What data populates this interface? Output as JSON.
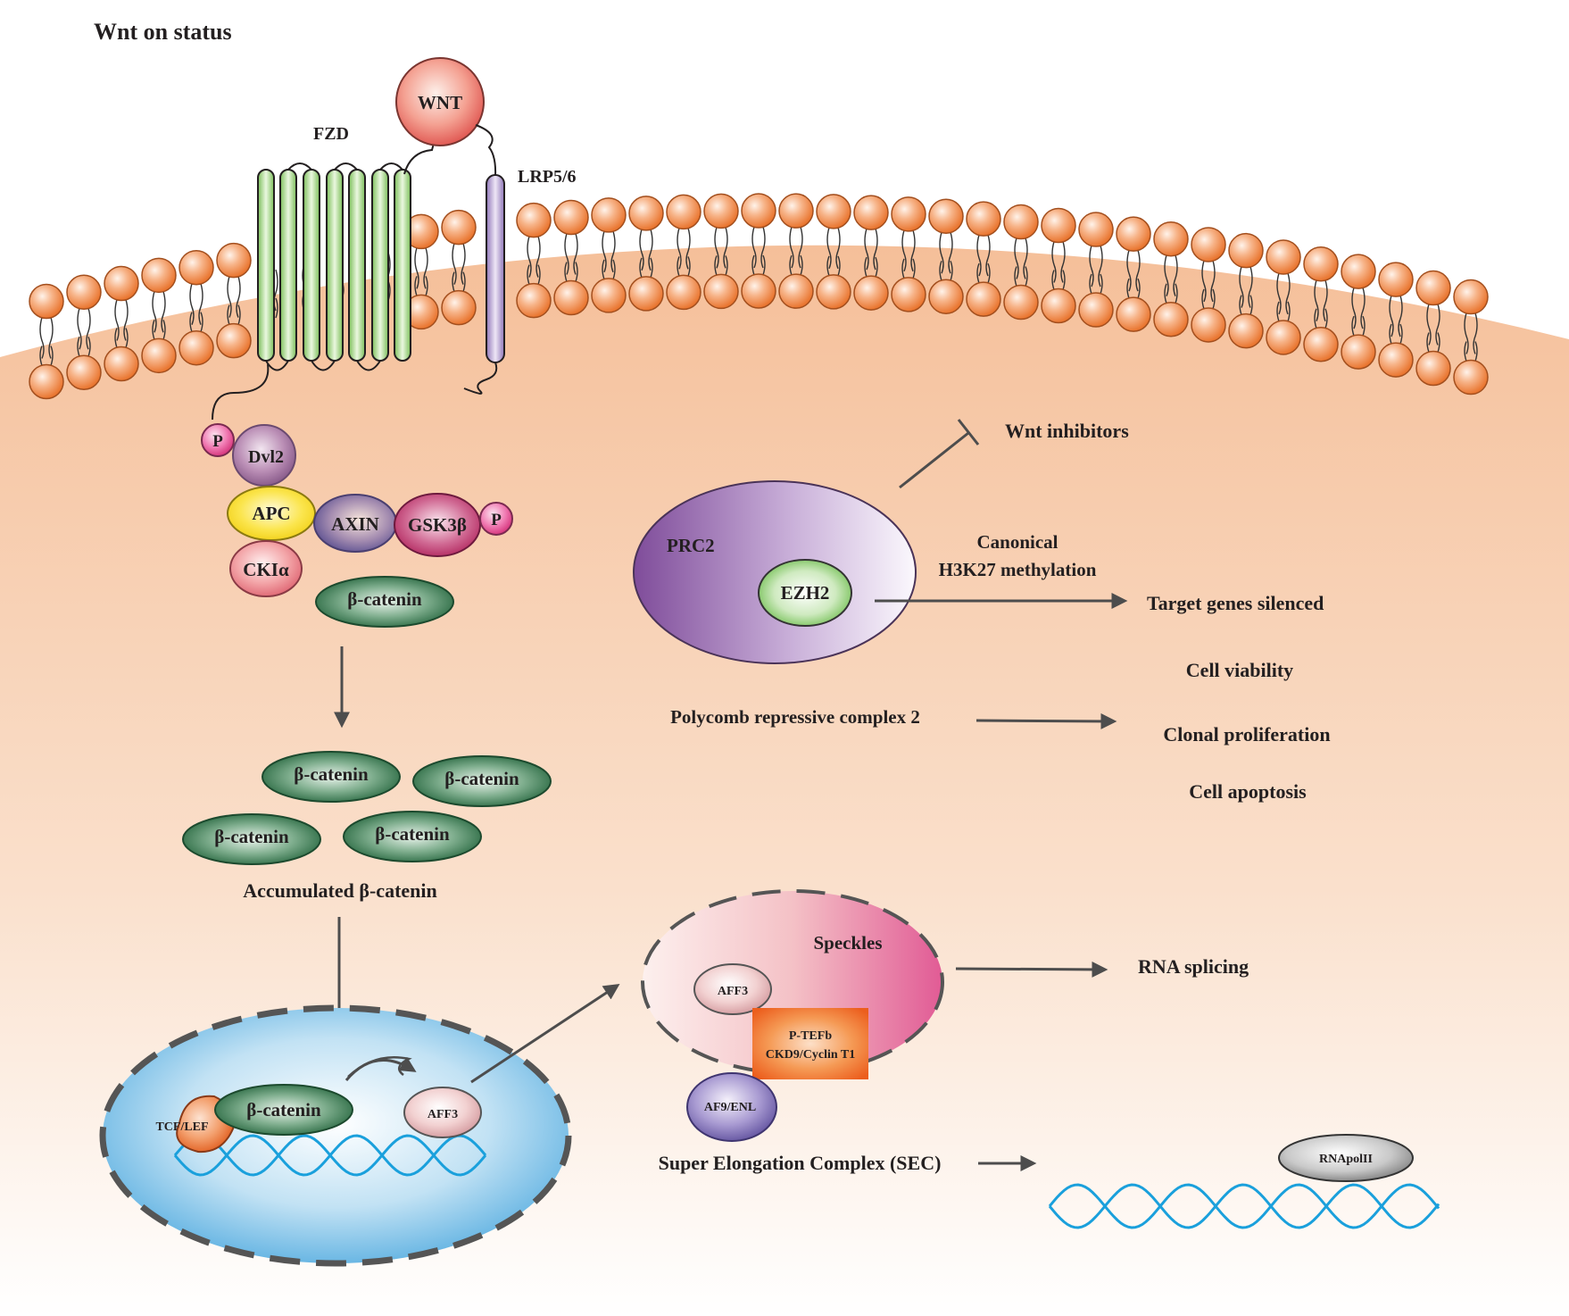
{
  "title": "Wnt on status",
  "receptors": {
    "wnt": "WNT",
    "fzd": "FZD",
    "lrp": "LRP5/6"
  },
  "complex": {
    "phospho": "P",
    "dvl2": "Dvl2",
    "apc": "APC",
    "axin": "AXIN",
    "gsk3b": "GSK3β",
    "cki": "CKIα",
    "bcat": "β-catenin"
  },
  "accumulation": {
    "bcat": "β-catenin",
    "caption": "Accumulated β-catenin"
  },
  "nucleus": {
    "tcf": "TCF/LEF",
    "bcat": "β-catenin",
    "aff3": "AFF3"
  },
  "prc2": {
    "label": "PRC2",
    "ezh2": "EZH2",
    "inhibitors": "Wnt inhibitors",
    "methylation_line1": "Canonical",
    "methylation_line2": "H3K27 methylation",
    "silenced": "Target genes silenced",
    "name": "Polycomb repressive complex 2",
    "outcomes": [
      "Cell viability",
      "Clonal proliferation",
      "Cell apoptosis"
    ]
  },
  "sec": {
    "speckles": "Speckles",
    "aff3": "AFF3",
    "ptefb_line1": "P-TEFb",
    "ptefb_line2": "CKD9/Cyclin T1",
    "af9": "AF9/ENL",
    "splicing": "RNA splicing",
    "name": "Super Elongation Complex (SEC)",
    "rnapol": "RNApolII"
  },
  "colors": {
    "cell": "#f6c6a3",
    "lipid_head": "#f08f4e",
    "fzd": "#8fc96a",
    "lrp": "#a690c8",
    "bcatenin": "#2e7047",
    "nucleus": "#7ec0e4",
    "prc2": "#7f4c9a",
    "speckles": "#e35a8f",
    "ptefb": "#ef6b24",
    "dna": "#1aa0dc"
  }
}
